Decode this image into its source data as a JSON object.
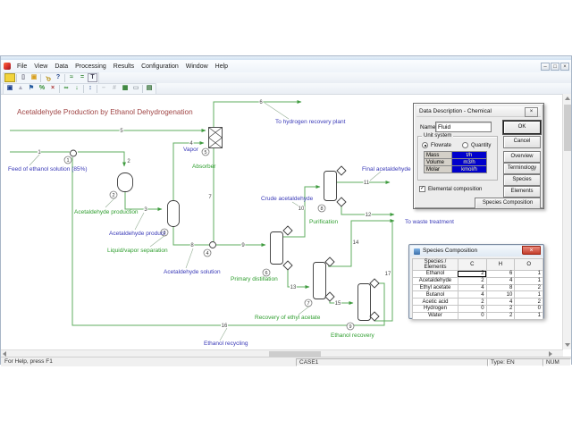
{
  "menubar": {
    "items": [
      "File",
      "View",
      "Data",
      "Processing",
      "Results",
      "Configuration",
      "Window",
      "Help"
    ]
  },
  "window": {
    "controls": [
      {
        "name": "minimize",
        "glyph": "–"
      },
      {
        "name": "restore",
        "glyph": "□"
      },
      {
        "name": "close",
        "glyph": "×"
      }
    ]
  },
  "toolbar1": {
    "icons": [
      {
        "name": "new-case",
        "glyph": "■"
      },
      {
        "name": "new-document",
        "glyph": "▯"
      },
      {
        "name": "open-folder",
        "glyph": "▣"
      },
      {
        "name": "key",
        "glyph": "⚲"
      },
      {
        "name": "context-help",
        "glyph": "?"
      },
      {
        "name": "flowsheet",
        "glyph": "≈"
      },
      {
        "name": "streams",
        "glyph": "="
      },
      {
        "name": "text-tool",
        "glyph": "T"
      }
    ]
  },
  "toolbar2": {
    "icons": [
      {
        "name": "save",
        "glyph": "▣"
      },
      {
        "name": "import",
        "glyph": "▲"
      },
      {
        "name": "flag",
        "glyph": "⚑"
      },
      {
        "name": "percent",
        "glyph": "%"
      },
      {
        "name": "delete",
        "glyph": "×"
      },
      {
        "name": "link",
        "glyph": "∞"
      },
      {
        "name": "export",
        "glyph": "↓"
      },
      {
        "name": "fit-view",
        "glyph": "↕"
      },
      {
        "name": "dash-disabled",
        "glyph": "–"
      },
      {
        "name": "grid-disabled",
        "glyph": "#"
      },
      {
        "name": "table-view",
        "glyph": "▦"
      },
      {
        "name": "sheet",
        "glyph": "▭"
      },
      {
        "name": "print",
        "glyph": "▤"
      }
    ]
  },
  "diagram": {
    "title": "Acetaldehyde Production by Ethanol Dehydrogenation",
    "title_color": "#a04545",
    "line_color": "#5fae5f",
    "unit_label_color": "#2f9e2f",
    "stream_label_color": "#3a3ab8",
    "stream_numbers": [
      "1",
      "2",
      "3",
      "4",
      "5",
      "6",
      "7",
      "8",
      "9",
      "10",
      "11",
      "12",
      "13",
      "14",
      "15",
      "16",
      "17"
    ],
    "unit_numbers": [
      "1",
      "2",
      "3",
      "4",
      "5",
      "6",
      "7",
      "8",
      "9"
    ],
    "unit_labels": [
      "Acetaldehyde production",
      "Liquid/vapor separation",
      "Absorber",
      "Primary distillation",
      "Purification",
      "Recovery of ethyl acetate",
      "Ethanol recovery"
    ],
    "stream_texts": [
      "Feed of ethanol solution (85%)",
      "Vapor",
      "Acetaldehyde product",
      "Acetaldehyde solution",
      "Crude acetaldehyde",
      "To hydrogen recovery plant",
      "Final acetaldehyde",
      "To waste treatment",
      "Ethanol recycling"
    ]
  },
  "dialog_chemical": {
    "title": "Data Description - Chemical",
    "close_glyph": "×",
    "name_label": "Name",
    "name_value": "Fluid",
    "group_label": "Unit system",
    "radio_flowrate": "Flowrate",
    "radio_quantity": "Quantity",
    "unit_rows": [
      {
        "label": "Mass",
        "value": "t/h"
      },
      {
        "label": "Volume",
        "value": "m3/h"
      },
      {
        "label": "Molar",
        "value": "kmol/h"
      }
    ],
    "value_bg": "#0000cc",
    "checkbox_glyph": "✓",
    "checkbox_label": "Elemental composition",
    "buttons": {
      "ok": "OK",
      "cancel": "Cancel",
      "overview": "Overview",
      "terminology": "Terminology",
      "species": "Species",
      "elements": "Elements",
      "species_composition": "Species Composition"
    }
  },
  "dialog_species": {
    "title": "Species Composition",
    "close_glyph": "×",
    "columns": [
      "Species / Elements",
      "C",
      "H",
      "O"
    ],
    "rows": [
      {
        "name": "Ethanol",
        "c": "2",
        "h": "6",
        "o": "1"
      },
      {
        "name": "Acetaldehyde",
        "c": "2",
        "h": "4",
        "o": "1"
      },
      {
        "name": "Ethyl acetate",
        "c": "4",
        "h": "8",
        "o": "2"
      },
      {
        "name": "Butanol",
        "c": "4",
        "h": "10",
        "o": "1"
      },
      {
        "name": "Acetic acid",
        "c": "2",
        "h": "4",
        "o": "2"
      },
      {
        "name": "Hydrogen",
        "c": "0",
        "h": "2",
        "o": "0"
      },
      {
        "name": "Water",
        "c": "0",
        "h": "2",
        "o": "1"
      }
    ]
  },
  "statusbar": {
    "help": "For Help, press F1",
    "case": "CASE1",
    "type": "Type: EN",
    "num": "NUM"
  }
}
